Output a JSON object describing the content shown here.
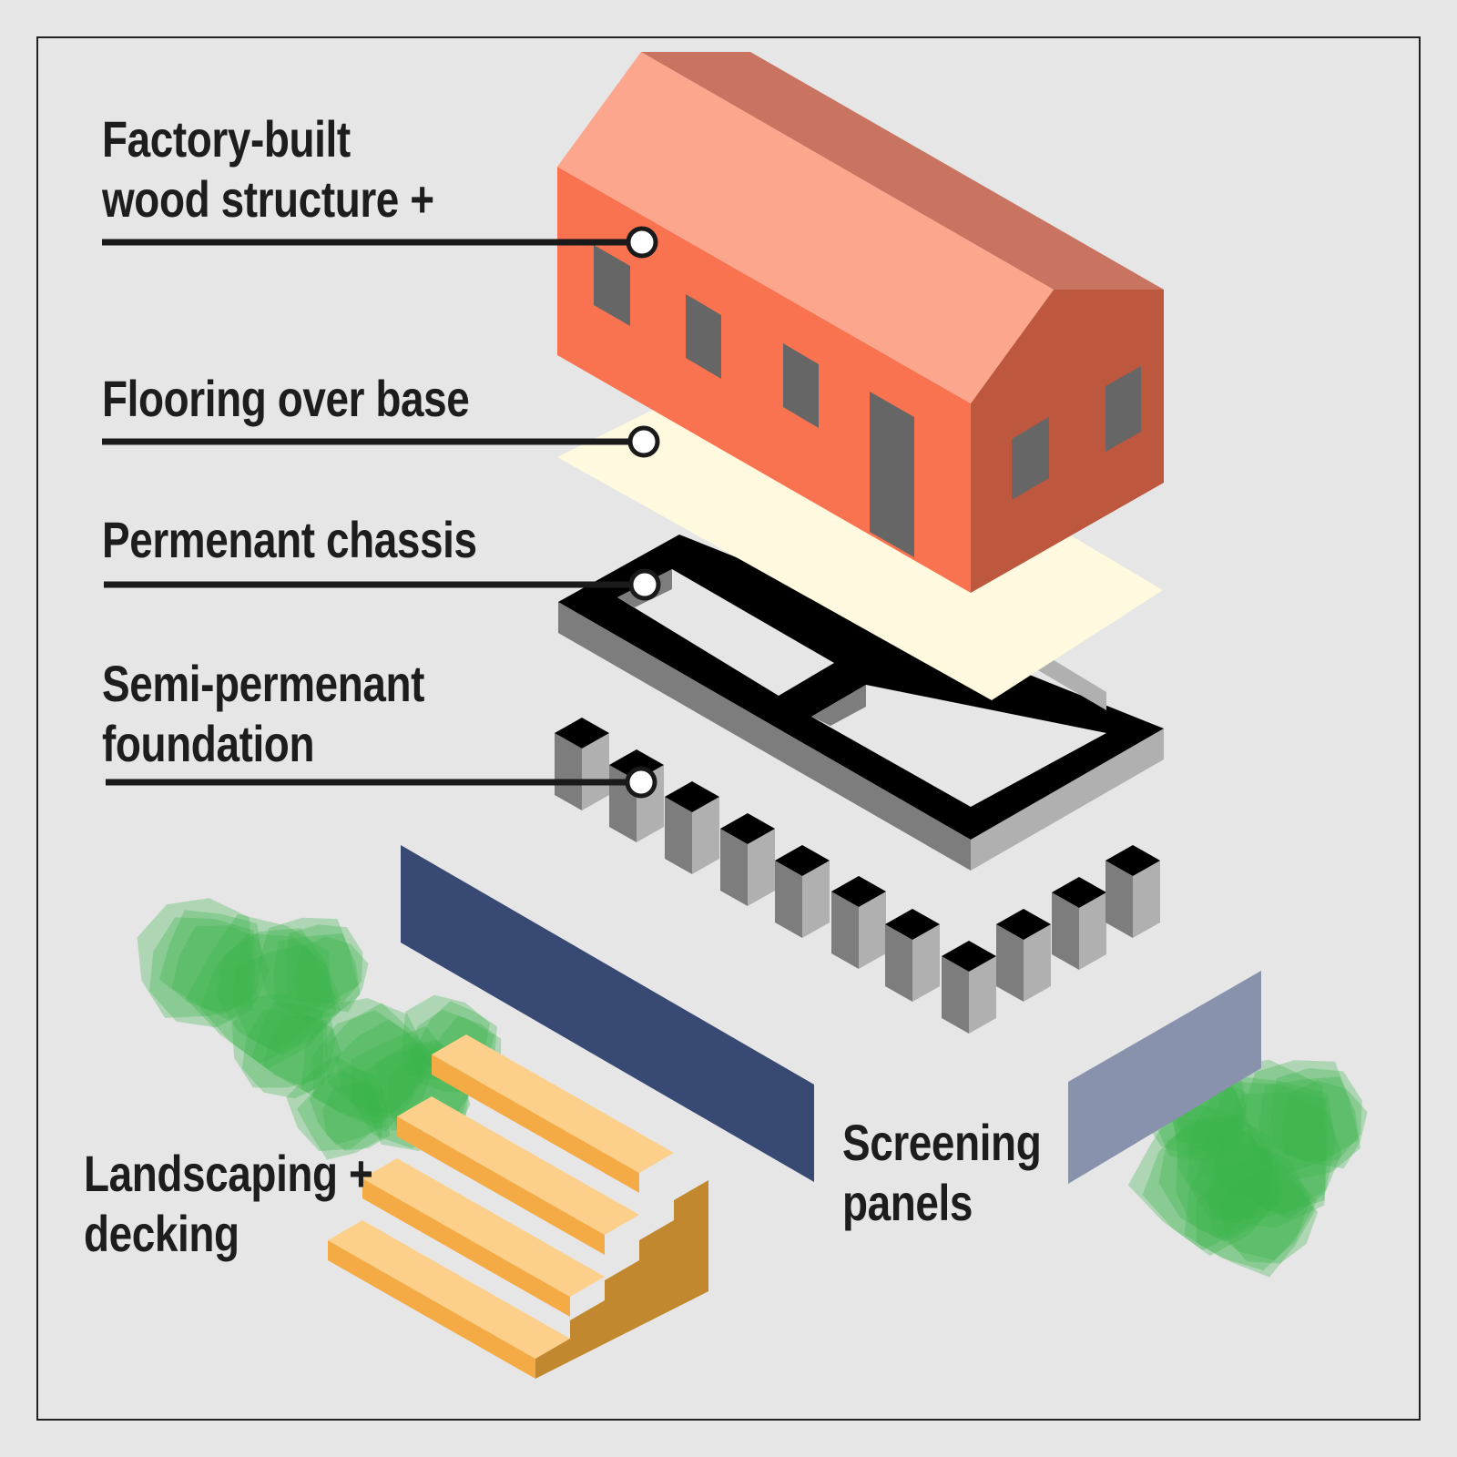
{
  "labels": {
    "wood_structure": {
      "line1": "Factory-built",
      "line2": "wood structure +"
    },
    "flooring": {
      "line1": "Flooring over base"
    },
    "chassis": {
      "line1": "Permenant chassis"
    },
    "foundation": {
      "line1": "Semi-permenant",
      "line2": "foundation"
    },
    "landscaping": {
      "line1": "Landscaping +",
      "line2": "decking"
    },
    "screening": {
      "line1": "Screening",
      "line2": "panels"
    }
  },
  "colors": {
    "background": "#e6e6e6",
    "house_roof_light": "#fca68e",
    "house_roof_dark": "#c87460",
    "house_wall_front": "#fa7350",
    "house_wall_end": "#bd573d",
    "window": "#666666",
    "floor": "#fffadf",
    "chassis_top": "#000000",
    "chassis_side_dark": "#7d7d7d",
    "chassis_side_light": "#b0b0b0",
    "pier_top": "#000000",
    "screen_dark": "#384a74",
    "screen_light": "#8892ad",
    "foliage": "#3cb44b",
    "deck_tread": "#fcd08a",
    "deck_riser": "#f5ab45",
    "deck_side": "#c2882f",
    "leader_line": "#1a1a1a"
  }
}
